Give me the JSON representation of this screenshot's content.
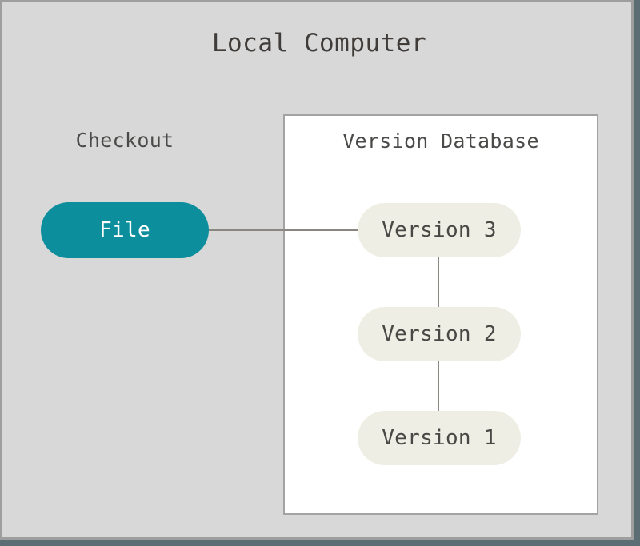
{
  "diagram": {
    "title": "Local Computer",
    "checkout_label": "Checkout",
    "version_database_label": "Version Database",
    "file_node_label": "File",
    "versions": [
      {
        "label": "Version 3"
      },
      {
        "label": "Version 2"
      },
      {
        "label": "Version 1"
      }
    ],
    "colors": {
      "canvas_background": "#5b6e73",
      "panel_background": "#d8d8d8",
      "panel_border": "#9e9e9e",
      "database_background": "#ffffff",
      "database_border": "#a3a3a3",
      "file_node_fill": "#0d8e9c",
      "file_node_text": "#ffffff",
      "version_node_fill": "#eeeee5",
      "version_node_text": "#4a4845",
      "connector_line": "#8a8780",
      "title_text": "#3f3c3a",
      "label_text": "#4a4a48"
    }
  }
}
